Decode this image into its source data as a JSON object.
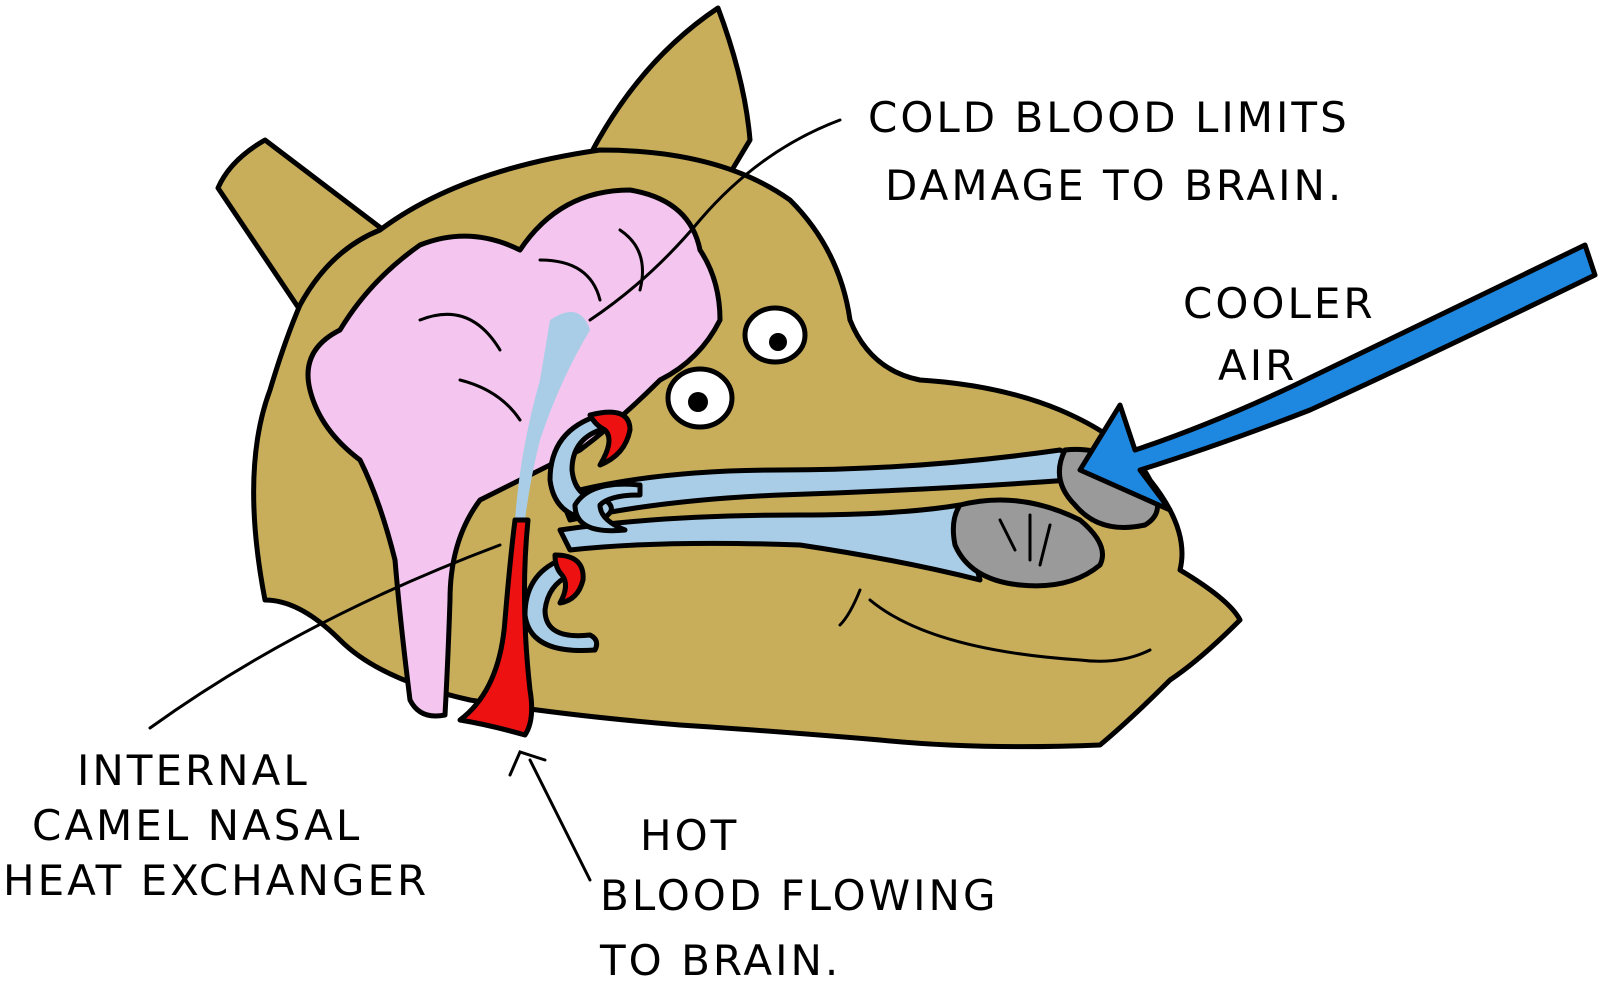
{
  "colors": {
    "head": "#C8AD5A",
    "brain": "#F4C6EF",
    "cool_blood": "#A9CDE6",
    "hot_blood": "#EE1111",
    "air_arrow": "#1E88E0",
    "nostril": "#9A9A9A",
    "eye_white": "#FFFFFF",
    "outline": "#000000"
  },
  "labels": {
    "cold_blood": [
      "COLD BLOOD LIMITS",
      "DAMAGE TO BRAIN."
    ],
    "cooler_air": [
      "COOLER",
      "AIR"
    ],
    "heat_exchanger": [
      "INTERNAL",
      "CAMEL NASAL",
      "HEAT EXCHANGER"
    ],
    "hot_blood": [
      "HOT",
      "BLOOD FLOWING",
      "TO BRAIN."
    ]
  }
}
